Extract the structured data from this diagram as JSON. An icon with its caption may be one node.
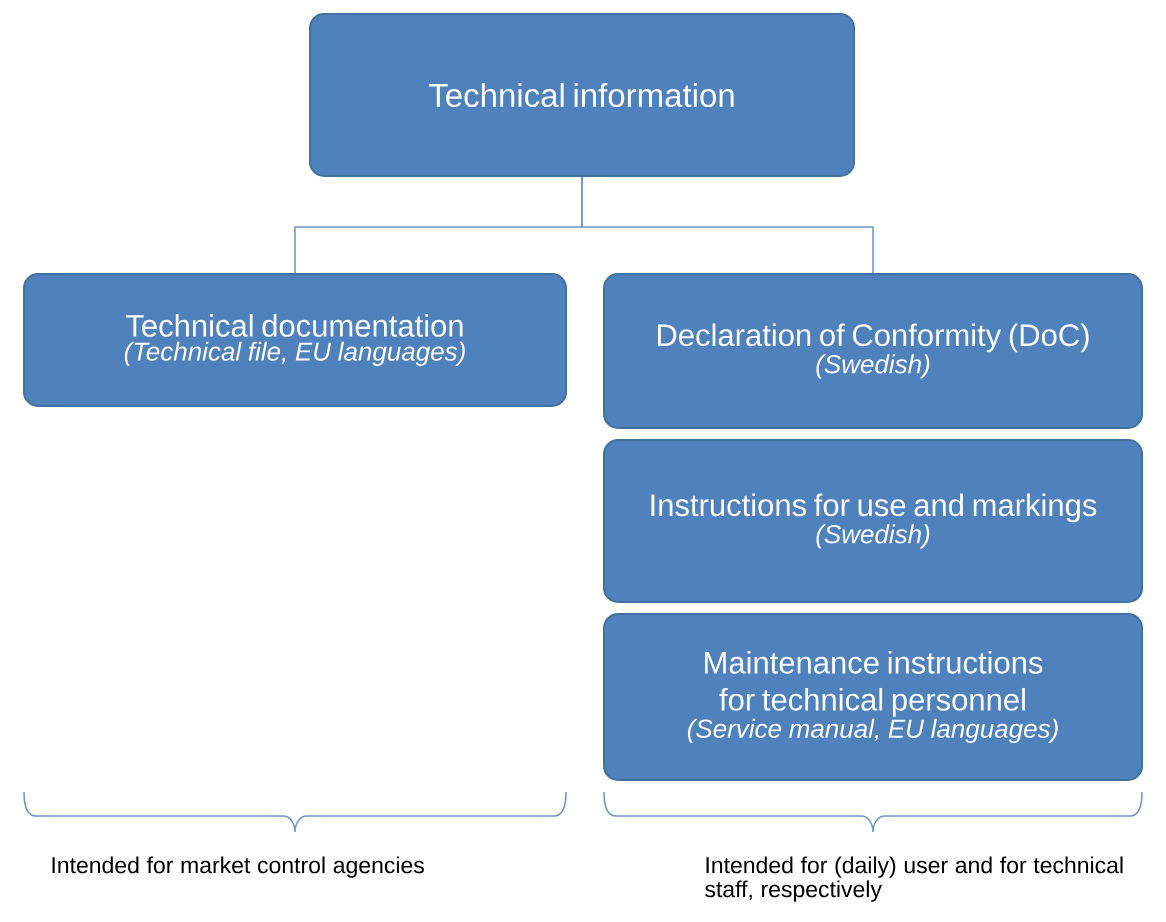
{
  "diagram": {
    "nodes": [
      {
        "text": [
          "Technical information"
        ]
      },
      {
        "text": [
          "Technical documentation",
          "(Technical file, EU languages)"
        ]
      },
      {
        "text": [
          "Declaration of Conformity (DoC)",
          "(Swedish)"
        ]
      },
      {
        "text": [
          "Instructions for use and markings",
          "(Swedish)"
        ]
      },
      {
        "text": [
          "Maintenance instructions for technical personnel",
          "(Service manual, EU languages)"
        ]
      }
    ],
    "edges": [
      {
        "from": 0,
        "to": 1,
        "arrow": "none"
      },
      {
        "from": 0,
        "to": 2,
        "arrow": "none"
      }
    ],
    "labels": [
      "Intended for market control agencies",
      "Intended for (daily) user and for technical staff, respectively"
    ]
  }
}
